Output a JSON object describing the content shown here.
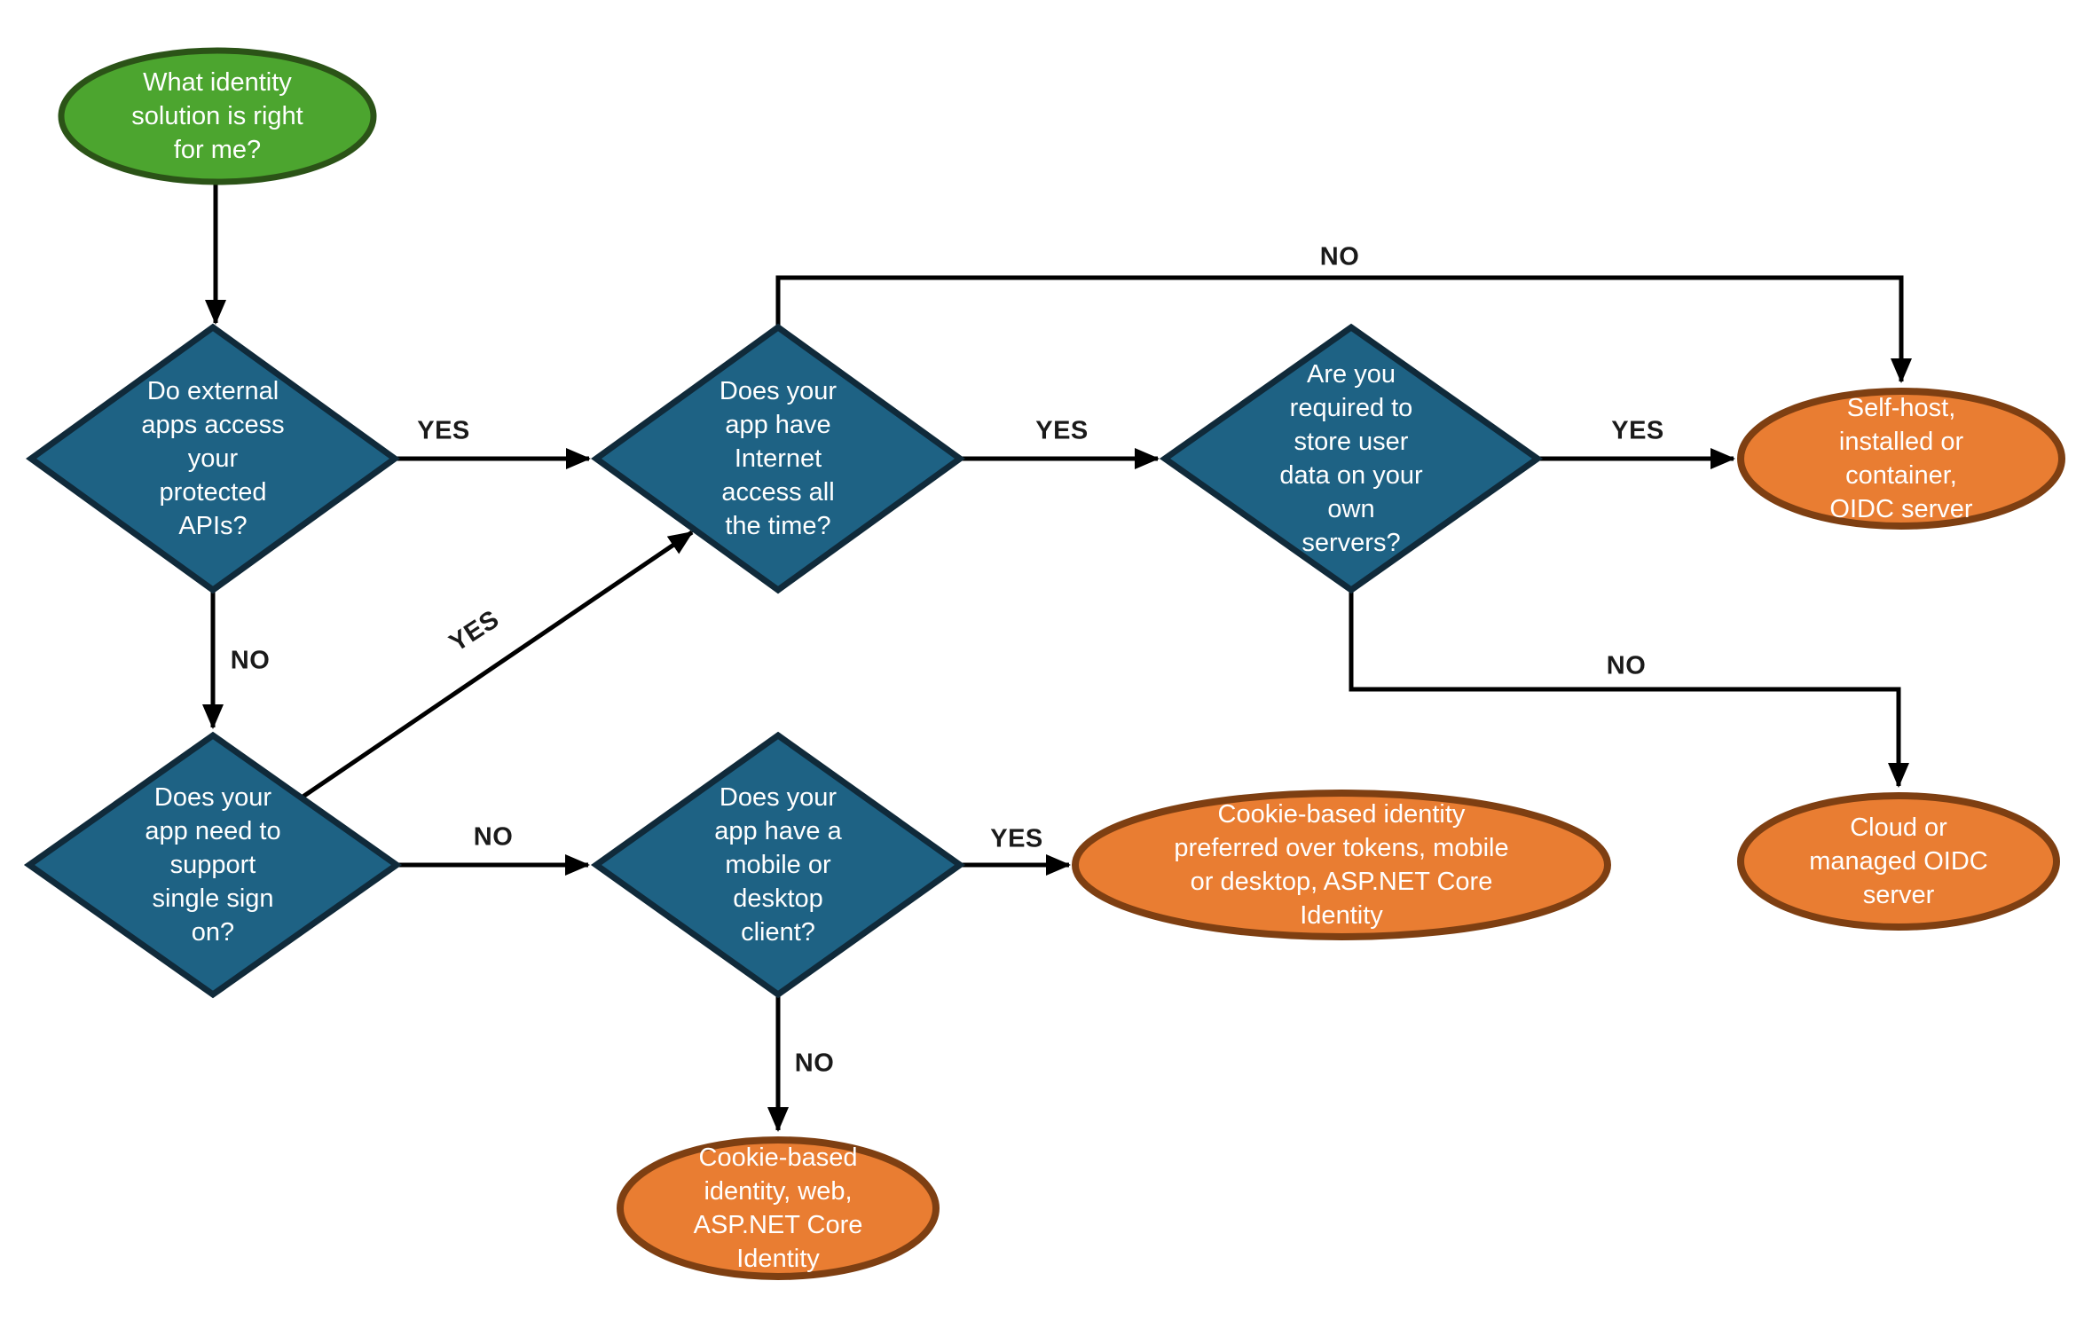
{
  "title": "What identity solution is right for me? decision flowchart",
  "colors": {
    "question_fill": "#1E6284",
    "question_border": "#102A3A",
    "start_fill": "#4CA52F",
    "start_border": "#2B5317",
    "result_fill": "#E97D32",
    "result_border": "#7E3F12",
    "edge": "#000000",
    "edge_label": "#1A1A1A",
    "node_text": "#FFFFFF",
    "background": "#FFFFFF"
  },
  "nodes": {
    "start": {
      "type": "start",
      "label": "What identity\nsolution is right\nfor me?"
    },
    "q_external_apis": {
      "type": "question",
      "label": "Do external\napps access\nyour\nprotected\nAPIs?"
    },
    "q_internet": {
      "type": "question",
      "label": "Does your\napp have\nInternet\naccess all\nthe time?"
    },
    "q_store_data": {
      "type": "question",
      "label": "Are you\nrequired to\nstore user\ndata on your\nown\nservers?"
    },
    "q_sso": {
      "type": "question",
      "label": "Does your\napp need to\nsupport\nsingle sign\non?"
    },
    "q_mobile_desktop": {
      "type": "question",
      "label": "Does your\napp have a\nmobile or\ndesktop\nclient?"
    },
    "r_self_host": {
      "type": "result",
      "label": "Self-host,\ninstalled or\ncontainer,\nOIDC server"
    },
    "r_cloud": {
      "type": "result",
      "label": "Cloud or\nmanaged OIDC\nserver"
    },
    "r_cookie_mobile": {
      "type": "result",
      "label": "Cookie-based identity\npreferred over tokens, mobile\nor desktop, ASP.NET Core\nIdentity"
    },
    "r_cookie_web": {
      "type": "result",
      "label": "Cookie-based\nidentity, web,\nASP.NET Core\nIdentity"
    }
  },
  "edge_labels": {
    "yes_external_to_internet": "YES",
    "no_external_to_sso": "NO",
    "yes_sso_to_internet": "YES",
    "yes_internet_to_store": "YES",
    "no_internet_to_selfhost": "NO",
    "yes_store_to_selfhost": "YES",
    "no_store_to_cloud": "NO",
    "no_sso_to_mobile": "NO",
    "yes_mobile_to_cookie": "YES",
    "no_mobile_to_web": "NO"
  }
}
